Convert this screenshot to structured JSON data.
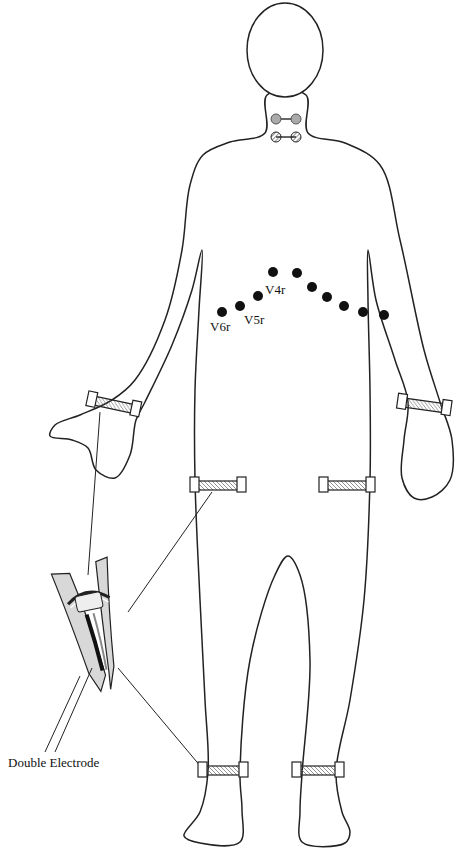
{
  "diagram": {
    "labels": [
      "V6r",
      "V5r",
      "V4r",
      "Double Electrode"
    ]
  }
}
